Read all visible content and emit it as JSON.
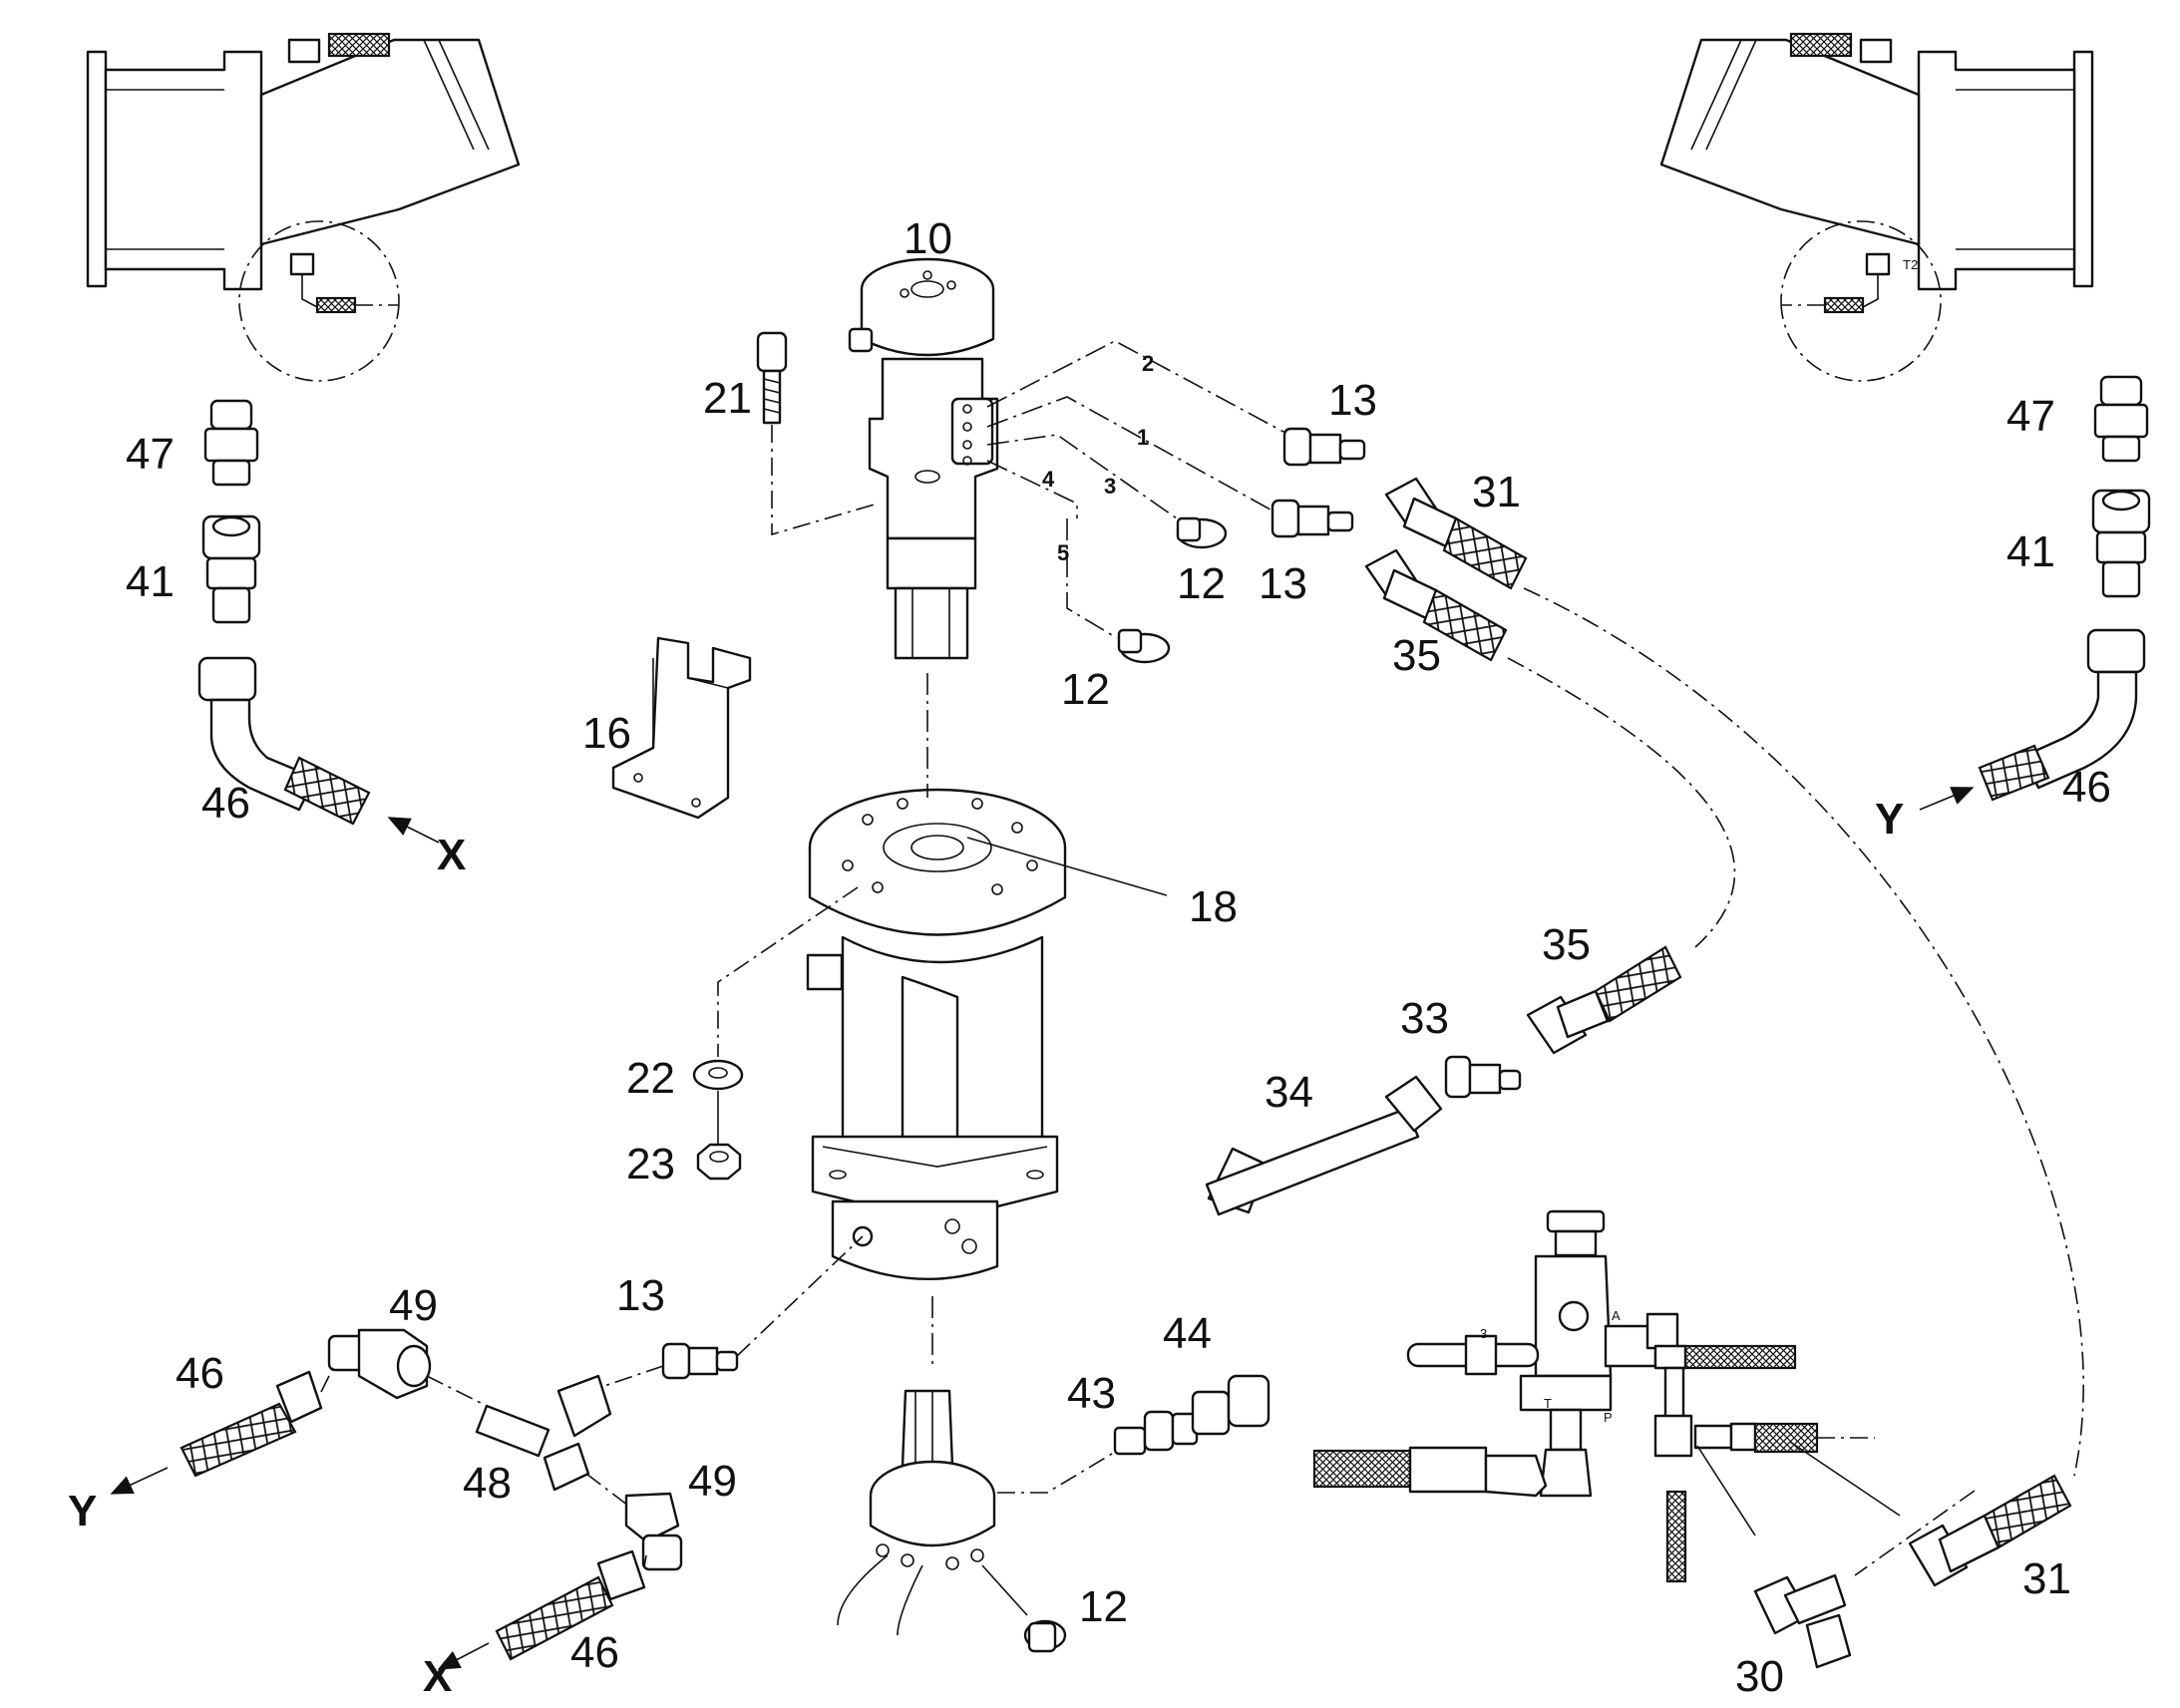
{
  "callouts": {
    "p10": "10",
    "p21": "21",
    "p16": "16",
    "p18": "18",
    "p22": "22",
    "p23": "23",
    "p12a": "12",
    "p12b": "12",
    "p12c": "12",
    "p13a": "13",
    "p13b": "13",
    "p13c": "13",
    "p31a": "31",
    "p31b": "31",
    "p35a": "35",
    "p35b": "35",
    "p33": "33",
    "p34": "34",
    "p47l": "47",
    "p41l": "41",
    "p46l": "46",
    "p47r": "47",
    "p41r": "41",
    "p46r": "46",
    "p46a": "46",
    "p46b": "46",
    "p49a": "49",
    "p49b": "49",
    "p48": "48",
    "p43": "43",
    "p44": "44",
    "p30": "30"
  },
  "line_numbers": {
    "n1": "1",
    "n2": "2",
    "n3": "3",
    "n4": "4",
    "n5": "5"
  },
  "direction_markers": {
    "x_left_top": "X",
    "y_right_top": "Y",
    "y_bottom": "Y",
    "x_bottom": "X"
  },
  "valve_marks": {
    "m3": "3",
    "mA": "A",
    "mP": "P",
    "mT": "T"
  },
  "detail_marks": {
    "t2": "T2"
  }
}
